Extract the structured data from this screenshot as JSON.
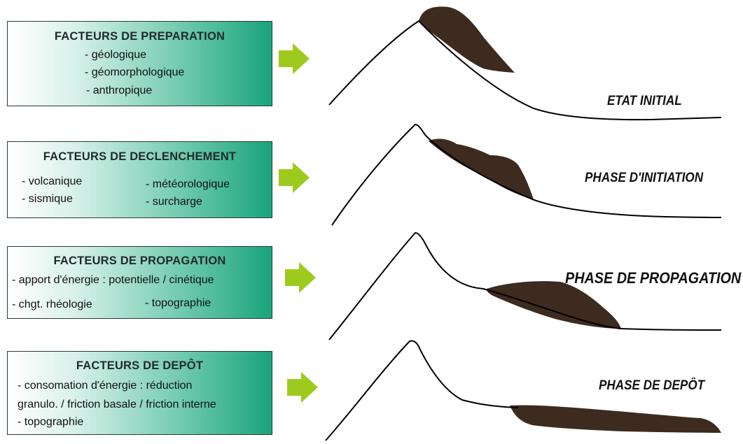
{
  "colors": {
    "box_gradient_end": "#19a47c",
    "arrow": "#9ccb1e",
    "deposit": "#3d2b1f",
    "line": "#000000"
  },
  "factors": [
    {
      "title": "FACTEURS DE PREPARATION",
      "items": [
        "- géologique",
        "- géomorphologique",
        "- anthropique"
      ]
    },
    {
      "title": "FACTEURS DE DECLENCHEMENT",
      "items": [
        "- volcanique",
        "- météorologique",
        "- sismique",
        "- surcharge"
      ]
    },
    {
      "title": "FACTEURS DE PROPAGATION",
      "items": [
        "- apport d'énergie : potentielle / cinétique",
        "- chgt. rhéologie",
        "- topographie"
      ]
    },
    {
      "title": "FACTEURS DE DEPÔT",
      "items": [
        "- consomation d'énergie : réduction",
        "granulo. / friction basale / friction interne",
        "- topographie"
      ]
    }
  ],
  "stages": [
    {
      "label": "ETAT INITIAL"
    },
    {
      "label": "PHASE D'INITIATION"
    },
    {
      "label": "PHASE DE PROPAGATION"
    },
    {
      "label": "PHASE DE DEPÔT"
    }
  ]
}
